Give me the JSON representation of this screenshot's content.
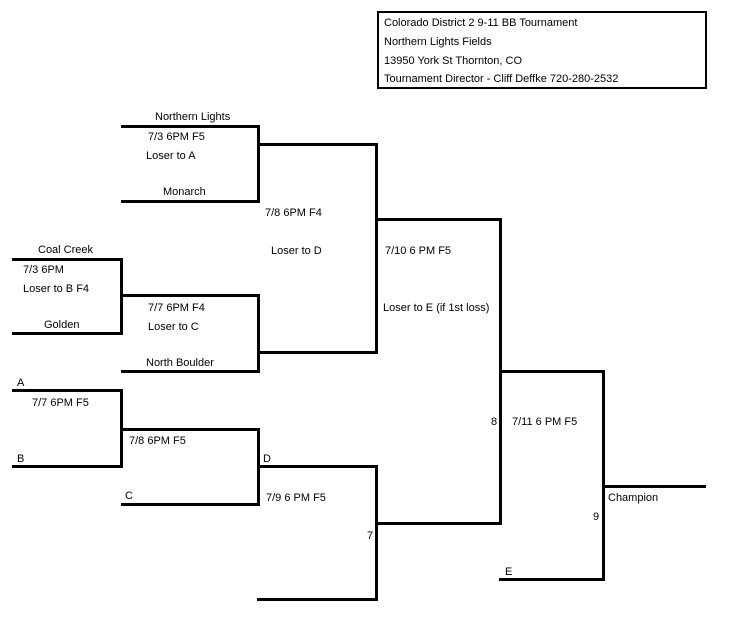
{
  "info": {
    "title": "Colorado District 2 9-11 BB Tournament",
    "venue": "Northern Lights Fields",
    "address": "13950 York St  Thornton, CO",
    "director": "Tournament Director - Cliff Deffke 720-280-2532"
  },
  "teams": {
    "northern_lights": "Northern Lights",
    "monarch": "Monarch",
    "coal_creek": "Coal Creek",
    "golden": "Golden",
    "north_boulder": "North Boulder"
  },
  "games": {
    "g1_time": "7/3   6PM  F5",
    "g1_note": "Loser to A",
    "g2_time": "7/3   6PM",
    "g2_note": "Loser to B   F4",
    "g3_time": "7/7   6PM  F4",
    "g3_note": "Loser to C",
    "g4_time": "7/8   6PM     F4",
    "g4_note": "Loser to D",
    "g5_time": "7/10 6 PM    F5",
    "g5_note": "Loser to E (if 1st loss)",
    "g6_time": "7/7   6PM   F5",
    "g7_time": "7/8     6PM      F5",
    "g8_time": "7/9   6 PM     F5",
    "g9_time": "7/11   6 PM     F5"
  },
  "slots": {
    "a": "A",
    "b": "B",
    "c": "C",
    "d": "D",
    "e": "E",
    "num7": "7",
    "num8": "8",
    "num9": "9"
  },
  "champion": "Champion"
}
